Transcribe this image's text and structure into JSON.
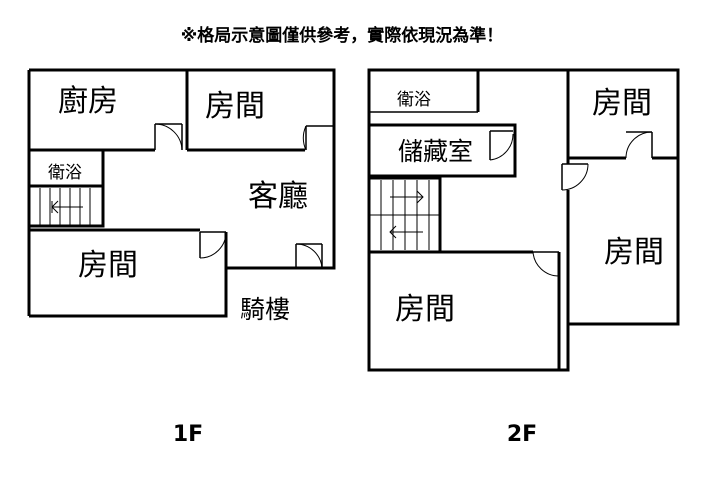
{
  "note": "※格局示意圖僅供參考，實際依現況為準！",
  "floors": [
    {
      "label": "1F",
      "rooms": {
        "kitchen": "廚房",
        "bedroom_top": "房間",
        "bathroom": "衛浴",
        "living_room": "客廳",
        "bedroom_bottom": "房間",
        "arcade": "騎樓"
      }
    },
    {
      "label": "2F",
      "rooms": {
        "bathroom": "衛浴",
        "storage": "儲藏室",
        "bedroom_top_right": "房間",
        "bedroom_right": "房間",
        "bedroom_bottom": "房間"
      }
    }
  ]
}
